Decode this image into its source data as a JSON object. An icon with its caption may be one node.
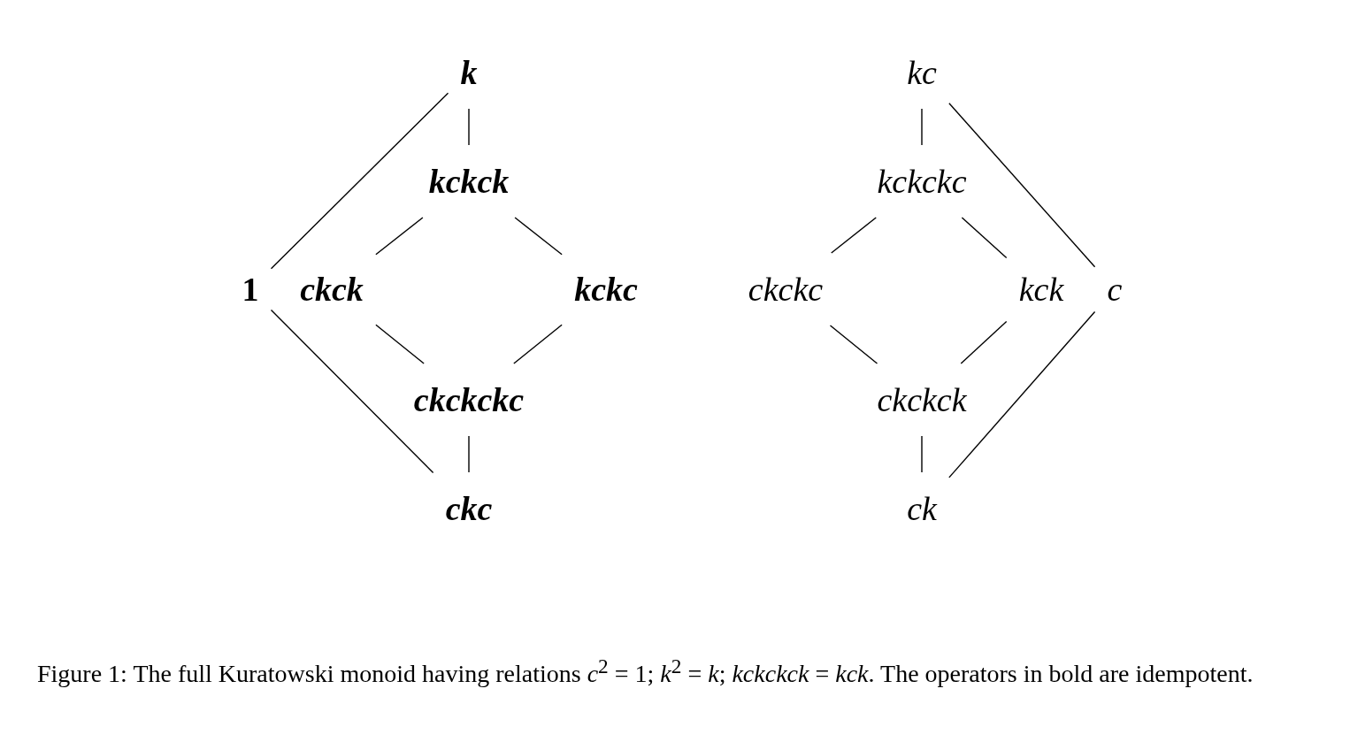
{
  "diagram": {
    "caption": "Figure 1: The full Kuratowski monoid having relations *c*$^{2}$ = 1; *k*$^{2}$ = *k*; *kckckck* = *kck*. The operators in bold are idempotent.",
    "nodes": [
      {
        "text": [
          "k"
        ]
      },
      {
        "text": [
          "kckck"
        ]
      },
      {
        "text": [
          "1"
        ]
      },
      {
        "text": [
          "ckck"
        ]
      },
      {
        "text": [
          "kckc"
        ]
      },
      {
        "text": [
          "ckckckc"
        ]
      },
      {
        "text": [
          "ckc"
        ]
      },
      {
        "text": [
          "kc"
        ]
      },
      {
        "text": [
          "kckckc"
        ]
      },
      {
        "text": [
          "ckckc"
        ]
      },
      {
        "text": [
          "kck"
        ]
      },
      {
        "text": [
          "c"
        ]
      },
      {
        "text": [
          "ckckck"
        ]
      },
      {
        "text": [
          "ck"
        ]
      }
    ],
    "edges": [
      {
        "from": 0,
        "to": 1,
        "arrow": "none"
      },
      {
        "from": 0,
        "to": 2,
        "arrow": "none"
      },
      {
        "from": 1,
        "to": 3,
        "arrow": "none"
      },
      {
        "from": 1,
        "to": 4,
        "arrow": "none"
      },
      {
        "from": 2,
        "to": 6,
        "arrow": "none"
      },
      {
        "from": 3,
        "to": 5,
        "arrow": "none"
      },
      {
        "from": 4,
        "to": 5,
        "arrow": "none"
      },
      {
        "from": 5,
        "to": 6,
        "arrow": "none"
      },
      {
        "from": 7,
        "to": 8,
        "arrow": "none"
      },
      {
        "from": 7,
        "to": 11,
        "arrow": "none"
      },
      {
        "from": 8,
        "to": 9,
        "arrow": "none"
      },
      {
        "from": 8,
        "to": 10,
        "arrow": "none"
      },
      {
        "from": 9,
        "to": 12,
        "arrow": "none"
      },
      {
        "from": 10,
        "to": 12,
        "arrow": "none"
      },
      {
        "from": 12,
        "to": 13,
        "arrow": "none"
      },
      {
        "from": 11,
        "to": 13,
        "arrow": "none"
      }
    ]
  }
}
